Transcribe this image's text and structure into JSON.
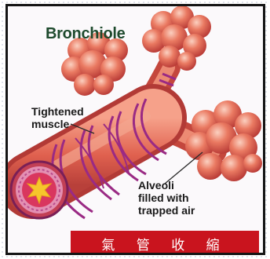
{
  "title": "Bronchiole",
  "labels": {
    "muscle": [
      "Tightened",
      "muscle"
    ],
    "alveoli": [
      "Alveoli",
      "filled with",
      "trapped air"
    ]
  },
  "caption": "氣 管 收 縮",
  "colors": {
    "tissue": "#e0614f",
    "alveoli": "#d94a45",
    "muscle_band": "#9a2a84",
    "lumen": "#f6c52c",
    "caption_bg": "#c9141e",
    "frame_border": "#151515",
    "title_text": "#1e4a2d"
  }
}
